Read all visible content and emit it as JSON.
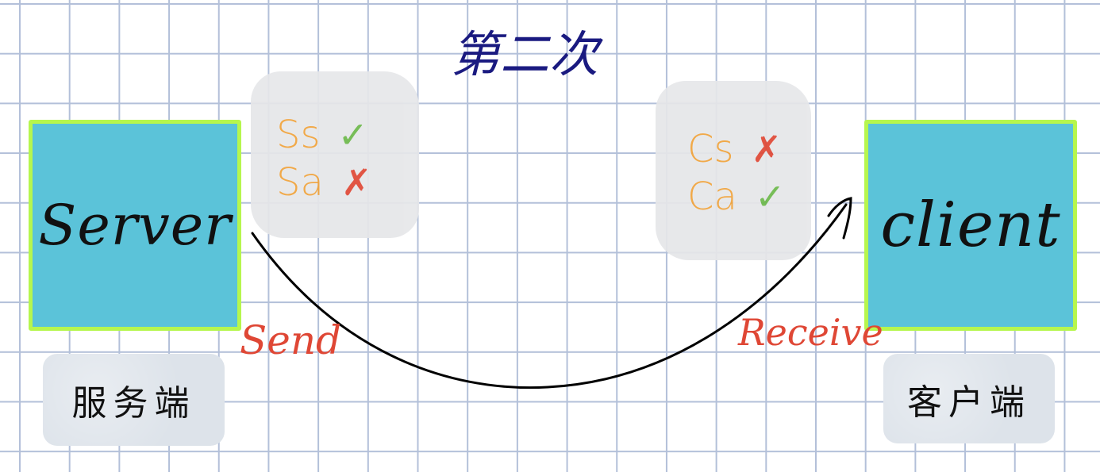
{
  "title": "第二次",
  "colors": {
    "grid": "#b3c0d9",
    "node_fill": "#5bc3d9",
    "node_border": "#b6f64e",
    "title": "#1a1a80",
    "variable": "#f0a23a",
    "check": "#6cb84a",
    "cross": "#df4735",
    "action": "#df4735",
    "bubble": "#e6e7e9"
  },
  "server": {
    "label": "Server",
    "caption": "服务端",
    "status": [
      {
        "name": "Ss",
        "mark": "✓",
        "state": "ok"
      },
      {
        "name": "Sa",
        "mark": "✗",
        "state": "bad"
      }
    ],
    "action": "Send"
  },
  "client": {
    "label": "client",
    "caption": "客户端",
    "status": [
      {
        "name": "Cs",
        "mark": "✗",
        "state": "bad"
      },
      {
        "name": "Ca",
        "mark": "✓",
        "state": "ok"
      }
    ],
    "action": "Receive"
  },
  "arrow": {
    "from": "server",
    "to": "client"
  }
}
